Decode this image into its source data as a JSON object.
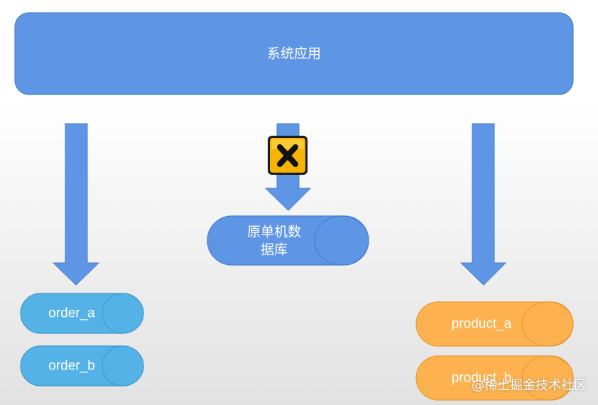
{
  "colors": {
    "blue": "#5e96e5",
    "blue_stroke": "#4a7fcc",
    "cyan": "#55b2e6",
    "cyan_stroke": "#3f98cc",
    "orange": "#fdb24f",
    "orange_stroke": "#e89a35",
    "icon_bg": "#f5b400",
    "icon_x": "#111111"
  },
  "nodes": {
    "system": "系统应用",
    "original_db_line1": "原单机数",
    "original_db_line2": "据库",
    "order_a": "order_a",
    "order_b": "order_b",
    "product_a": "product_a",
    "product_b": "product_b"
  },
  "icons": {
    "blocked": "close-x-icon"
  },
  "watermark": "@稀土掘金技术社区"
}
